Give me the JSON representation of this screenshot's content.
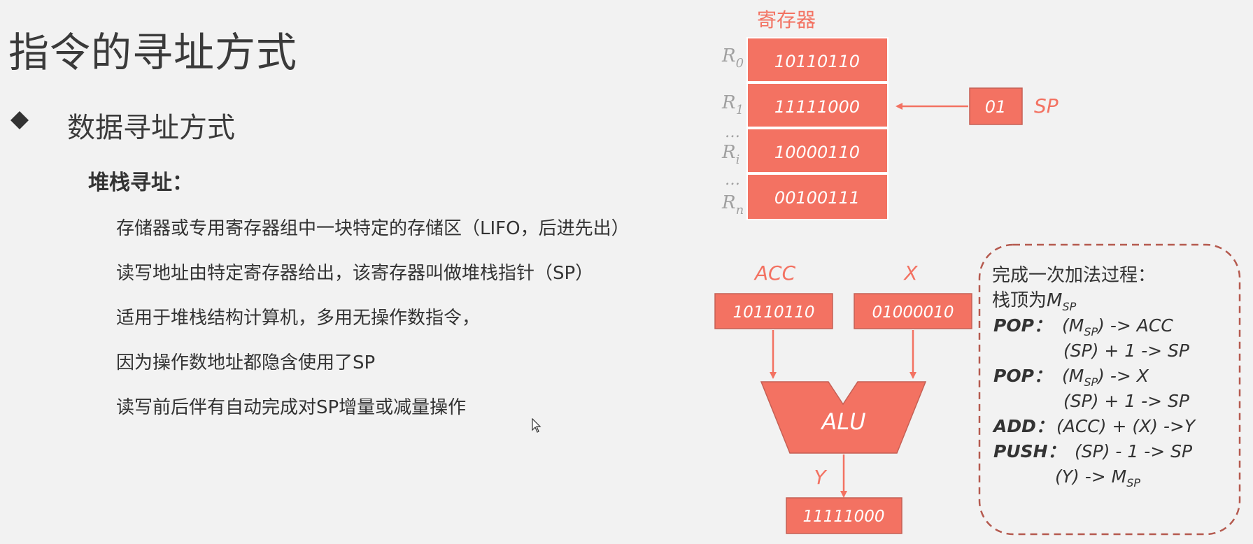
{
  "page_title": "指令的寻址方式",
  "section_title": "数据寻址方式",
  "sub_title": "堆栈寻址：",
  "description_lines": [
    "存储器或专用寄存器组中一块特定的存储区（LIFO，后进先出）",
    "读写地址由特定寄存器给出，该寄存器叫做堆栈指针（SP）",
    "适用于堆栈结构计算机，多用无操作数指令，",
    "因为操作数地址都隐含使用了SP",
    "读写前后伴有自动完成对SP增量或减量操作"
  ],
  "diagram": {
    "register_title": "寄存器",
    "registers": [
      {
        "label": "R",
        "sub": "0",
        "value": "10110110"
      },
      {
        "label": "R",
        "sub": "1",
        "value": "11111000"
      },
      {
        "label": "R",
        "sub": "i",
        "value": "10000110"
      },
      {
        "label": "R",
        "sub": "n",
        "value": "00100111"
      }
    ],
    "ellipsis": "…",
    "sp_value": "01",
    "sp_label": "SP",
    "acc_label": "ACC",
    "acc_value": "10110110",
    "x_label": "X",
    "x_value": "01000010",
    "alu_label": "ALU",
    "y_label": "Y",
    "y_value": "11111000"
  },
  "process_box": {
    "heading": "完成一次加法过程：",
    "stack_top_prefix": "栈顶为",
    "m_main": "M",
    "m_sub": "SP",
    "steps": {
      "pop1_op": "POP：",
      "pop1_line1_suffix": ") -> ACC",
      "pop1_line2": "(SP) + 1 -> SP",
      "pop2_op": "POP：",
      "pop2_line1_suffix": ") -> X",
      "pop2_line2": "(SP) + 1 -> SP",
      "add_op": "ADD：",
      "add_line": "(ACC) + (X) ->Y",
      "push_op": "PUSH：",
      "push_line1": "(SP) - 1 -> SP",
      "push_line2_prefix": "(Y) -> "
    }
  },
  "colors": {
    "accent": "#f37262",
    "box_border": "#c56055",
    "dashed_border": "#b55a4f",
    "register_label": "#a0a0a0"
  }
}
